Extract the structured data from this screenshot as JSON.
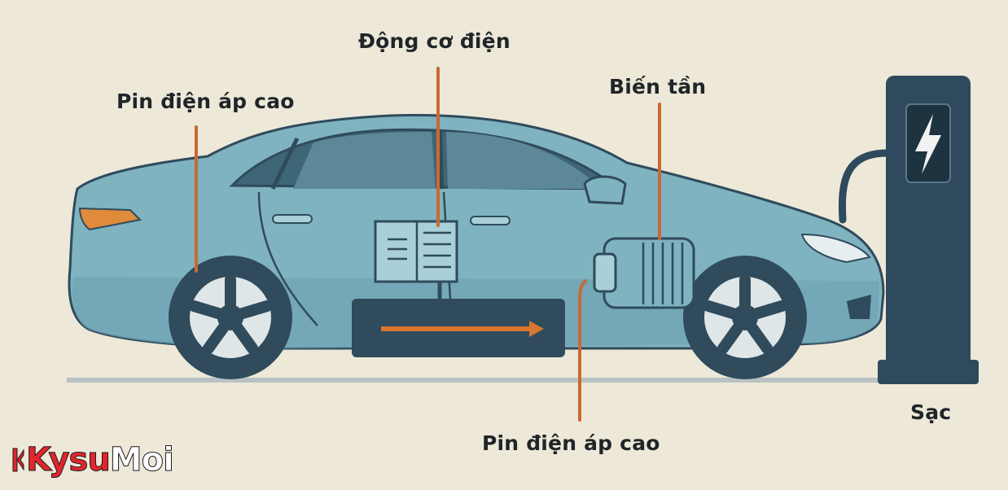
{
  "labels": {
    "motor": "Động cơ điện",
    "battery_top": "Pin điện áp cao",
    "inverter": "Biến tần",
    "battery_bottom": "Pin điện áp cao",
    "charger": "Sạc"
  },
  "logo": {
    "part_a": "Kysu",
    "part_b": "Moi"
  },
  "colors": {
    "background": "#ede8d8",
    "car_body": "#7fb3c0",
    "car_dark": "#2f4b5c",
    "leader_line": "#c86a35",
    "charger": "#2e4a5c",
    "logo_red": "#e0262c"
  },
  "icons": [
    "lightning-bolt-icon"
  ]
}
